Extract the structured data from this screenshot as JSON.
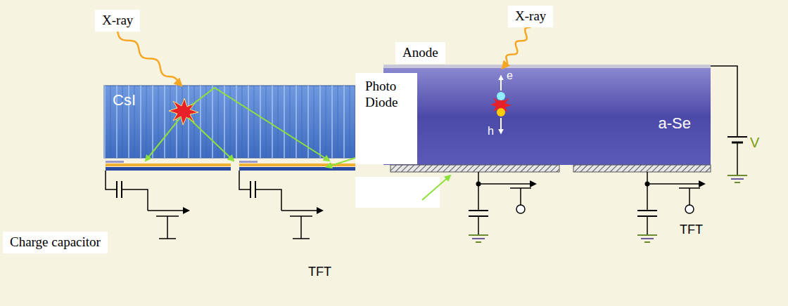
{
  "diagram": {
    "nodes": [
      {
        "text": [
          "X-ray"
        ]
      },
      {
        "text": [
          "CsI"
        ]
      },
      {
        "text": [
          "Photo Diode"
        ]
      },
      {
        "text": [
          "Charge capacitor"
        ]
      },
      {
        "text": [
          "Anode"
        ]
      },
      {
        "text": [
          "X-ray"
        ]
      },
      {
        "text": [
          "a-Se"
        ]
      }
    ],
    "edges": [
      {
        "from": 0,
        "to": 1,
        "arrow": "to"
      },
      {
        "from": 5,
        "to": 6,
        "arrow": "to"
      }
    ],
    "labels": [
      "e",
      "h",
      "TFT",
      "TFT",
      "V"
    ]
  }
}
